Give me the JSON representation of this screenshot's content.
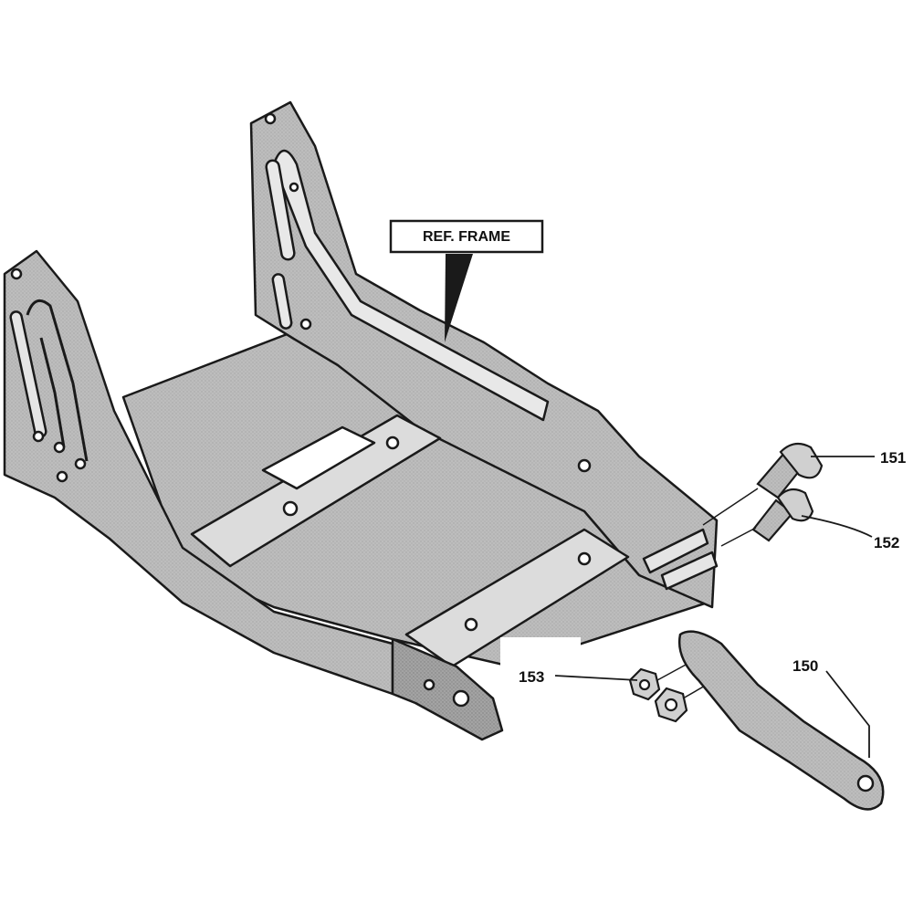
{
  "diagram": {
    "ref_label": "REF. FRAME",
    "callouts": [
      {
        "id": "151",
        "text": "151"
      },
      {
        "id": "152",
        "text": "152"
      },
      {
        "id": "153",
        "text": "153"
      },
      {
        "id": "150",
        "text": "150"
      }
    ]
  },
  "colors": {
    "metal": "#b9b9b9",
    "metal_dark": "#8f8f8f",
    "metal_light": "#dedede",
    "outline": "#1a1a1a"
  }
}
